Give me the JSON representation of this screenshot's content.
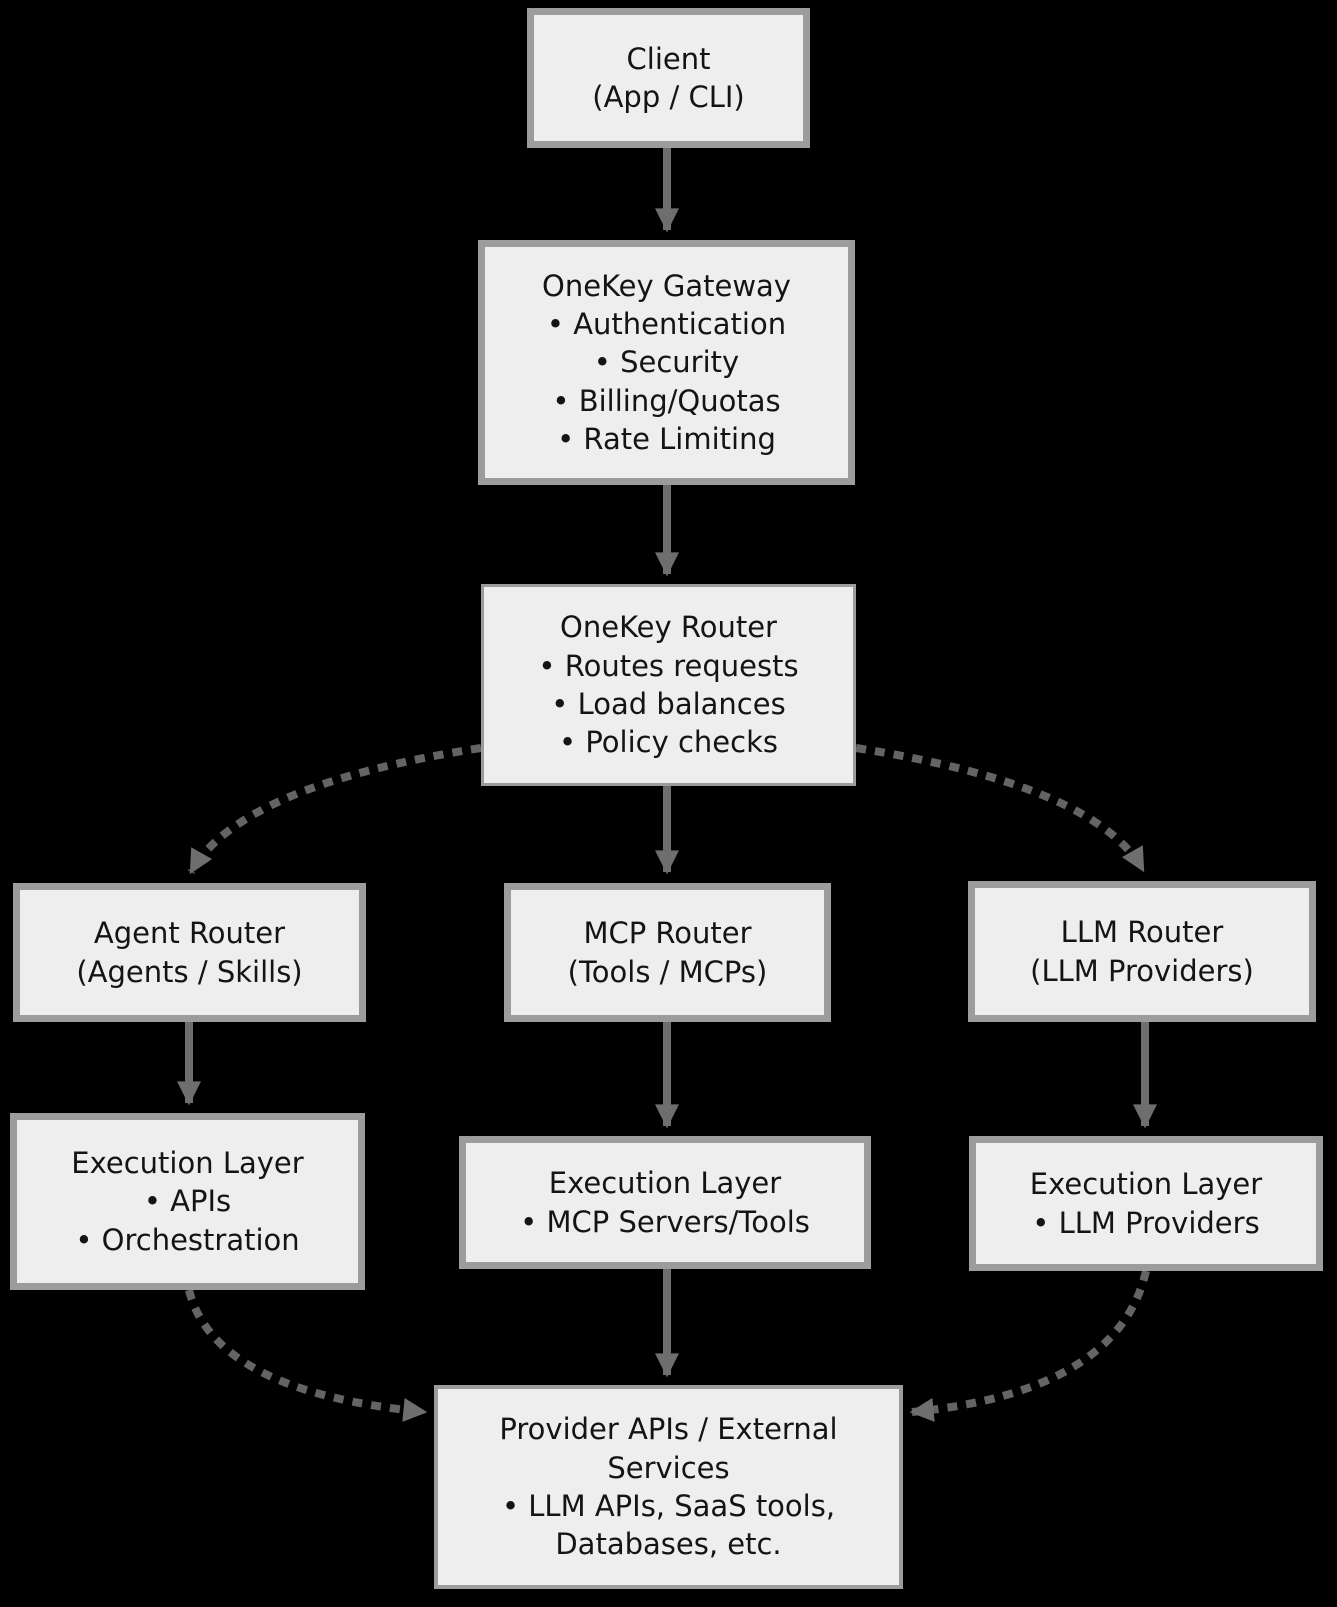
{
  "colors": {
    "background": "#000000",
    "box_fill": "#eeeeee",
    "box_border": "#9c9c9c",
    "arrow": "#6e6e6e",
    "dashed_arrow": "#646464",
    "text": "#141414"
  },
  "nodes": {
    "client": {
      "lines": [
        "Client",
        "(App / CLI)"
      ]
    },
    "gateway": {
      "lines": [
        "OneKey Gateway",
        "• Authentication",
        "• Security",
        "• Billing/Quotas",
        "• Rate Limiting"
      ]
    },
    "router": {
      "lines": [
        "OneKey Router",
        "• Routes requests",
        "• Load balances",
        "• Policy checks"
      ]
    },
    "agent_router": {
      "lines": [
        "Agent Router",
        "(Agents / Skills)"
      ]
    },
    "mcp_router": {
      "lines": [
        "MCP Router",
        "(Tools / MCPs)"
      ]
    },
    "llm_router": {
      "lines": [
        "LLM Router",
        "(LLM Providers)"
      ]
    },
    "exec_agents": {
      "lines": [
        "Execution Layer",
        "• APIs",
        "• Orchestration"
      ]
    },
    "exec_mcp": {
      "lines": [
        "Execution Layer",
        "• MCP Servers/Tools"
      ]
    },
    "exec_llm": {
      "lines": [
        "Execution Layer",
        "• LLM Providers"
      ]
    },
    "providers": {
      "lines": [
        "Provider APIs / External Services",
        "• LLM APIs, SaaS tools, Databases, etc."
      ]
    }
  },
  "edges": [
    {
      "from": "client",
      "to": "gateway",
      "style": "solid"
    },
    {
      "from": "gateway",
      "to": "router",
      "style": "solid"
    },
    {
      "from": "router",
      "to": "agent_router",
      "style": "dashed"
    },
    {
      "from": "router",
      "to": "mcp_router",
      "style": "solid"
    },
    {
      "from": "router",
      "to": "llm_router",
      "style": "dashed"
    },
    {
      "from": "agent_router",
      "to": "exec_agents",
      "style": "solid"
    },
    {
      "from": "mcp_router",
      "to": "exec_mcp",
      "style": "solid"
    },
    {
      "from": "llm_router",
      "to": "exec_llm",
      "style": "solid"
    },
    {
      "from": "exec_agents",
      "to": "providers",
      "style": "dashed"
    },
    {
      "from": "exec_mcp",
      "to": "providers",
      "style": "solid"
    },
    {
      "from": "exec_llm",
      "to": "providers",
      "style": "dashed"
    }
  ]
}
